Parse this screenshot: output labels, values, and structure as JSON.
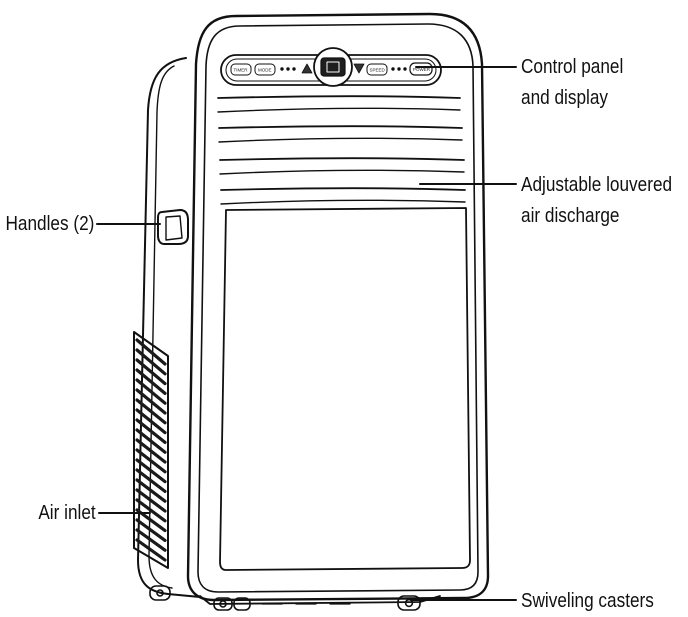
{
  "diagram": {
    "subject": "portable air conditioner unit",
    "colors": {
      "line": "#111111",
      "background": "#ffffff",
      "panel": "#2a2a2a"
    },
    "panel_buttons": [
      "TIMER",
      "MODE",
      "SPEED",
      "POWER"
    ],
    "callouts": {
      "control_panel": {
        "line1": "Control panel",
        "line2": "and display"
      },
      "louvers": {
        "line1": "Adjustable louvered",
        "line2": "air discharge"
      },
      "handles": {
        "label": "Handles (2)"
      },
      "air_inlet": {
        "label": "Air inlet"
      },
      "casters": {
        "label": "Swiveling casters"
      }
    }
  }
}
